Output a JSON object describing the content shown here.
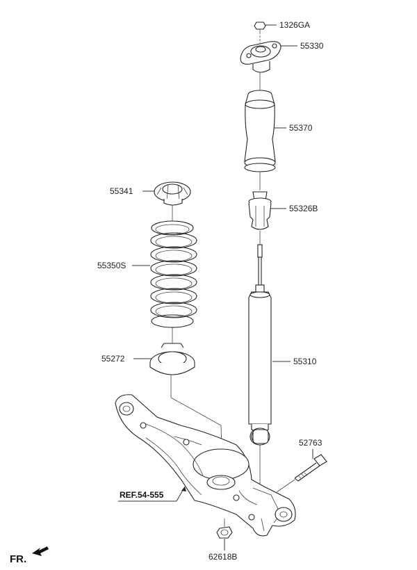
{
  "parts": {
    "p1326GA": "1326GA",
    "p55330": "55330",
    "p55370": "55370",
    "p55341": "55341",
    "p55326B": "55326B",
    "p55350S": "55350S",
    "p55272": "55272",
    "p55310": "55310",
    "p52763": "52763",
    "p62618B": "62618B"
  },
  "reference": "REF.54-555",
  "front_marker": "FR."
}
